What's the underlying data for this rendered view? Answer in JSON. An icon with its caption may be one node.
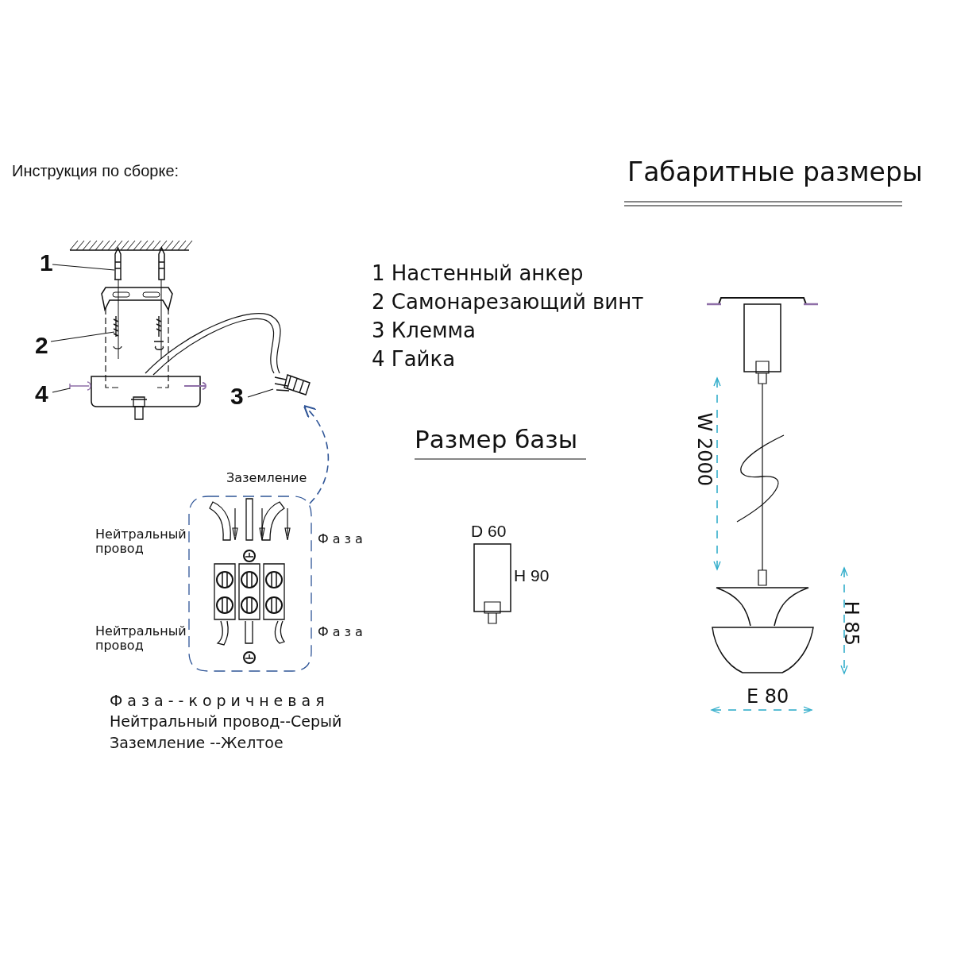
{
  "diagram": {
    "nodes": [
      {
        "text": [
          "1"
        ]
      },
      {
        "text": [],
        "shape": "picture"
      },
      {
        "text": [
          "2"
        ]
      },
      {
        "text": [],
        "shape": "picture"
      },
      {
        "text": [
          "3"
        ]
      },
      {
        "text": [],
        "shape": "picture"
      },
      {
        "text": [
          "4"
        ]
      },
      {
        "text": [],
        "shape": "picture"
      },
      {
        "text": [
          "Заземление",
          "Нейтральный провод",
          "Фаза",
          "Нейтральный провод",
          "Фаза"
        ]
      }
    ],
    "edges": [
      {
        "from": 0,
        "to": 1,
        "arrow": "none"
      },
      {
        "from": 2,
        "to": 3,
        "arrow": "none"
      },
      {
        "from": 4,
        "to": 5,
        "arrow": "none"
      },
      {
        "from": 6,
        "to": 7,
        "arrow": "none"
      },
      {
        "from": 8,
        "to": 5,
        "arrow": "to",
        "style": "dashed",
        "color": "#2f5597"
      }
    ],
    "labels": [
      "Инструкция по сборке:",
      "Габаритные размеры",
      "1 Настенный анкер",
      "2 Самонарезающий винт",
      "3 Клемма",
      "4 Гайка",
      "Размер базы",
      "D 60",
      "H 90",
      "W 2000",
      "H 85",
      "E 80",
      "Фаза--коричневая",
      "Нейтральный провод--Серый",
      "Заземление --Желтое"
    ]
  }
}
